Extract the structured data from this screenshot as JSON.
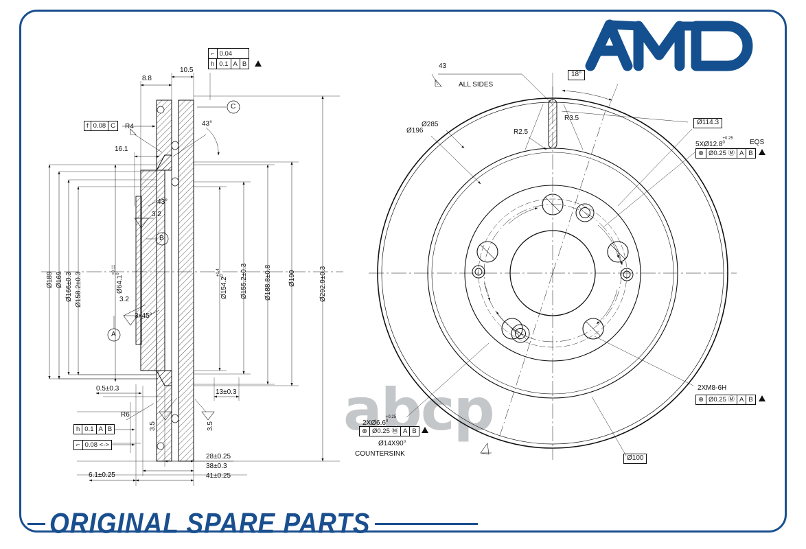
{
  "brand": {
    "logo_text": "AMD",
    "tagline": "ORIGINAL SPARE PARTS",
    "accent_color": "#1a4f8f",
    "watermark": "abcp"
  },
  "drawing": {
    "title": "Brake disc engineering drawing",
    "views": [
      "section-view",
      "front-circular-view"
    ]
  },
  "section_view": {
    "horizontal_dims_top": [
      {
        "name": "dim-8-8",
        "value": "8.8"
      },
      {
        "name": "dim-10-5",
        "value": "10.5"
      },
      {
        "name": "dim-16-1",
        "value": "16.1"
      }
    ],
    "horizontal_dims_bottom": [
      {
        "name": "dim-0-5",
        "value": "0.5±0.3"
      },
      {
        "name": "dim-13",
        "value": "13±0.3"
      },
      {
        "name": "dim-6-1",
        "value": "6.1±0.25"
      },
      {
        "name": "dim-28",
        "value": "28±0.25"
      },
      {
        "name": "dim-38",
        "value": "38±0.3"
      },
      {
        "name": "dim-41",
        "value": "41±0.25"
      }
    ],
    "vertical_dims_left": [
      {
        "name": "dia-189",
        "value": "Ø189"
      },
      {
        "name": "dia-169",
        "value": "Ø169"
      },
      {
        "name": "dia-166",
        "value": "Ø166±0.3"
      },
      {
        "name": "dia-158-2",
        "value": "Ø158.2±0.3"
      },
      {
        "name": "dia-64-1",
        "value": "Ø64.1",
        "tol_upper": "+0.11",
        "tol_lower": "0"
      }
    ],
    "vertical_dims_right": [
      {
        "name": "dia-154-2",
        "value": "Ø154.2",
        "tol_upper": "+0.4",
        "tol_lower": "0"
      },
      {
        "name": "dia-155-2",
        "value": "Ø155.2±0.3"
      },
      {
        "name": "dia-188-8",
        "value": "Ø188.8±0.8"
      },
      {
        "name": "dia-190",
        "value": "Ø190"
      },
      {
        "name": "dia-292-9",
        "value": "Ø292.9±0.3"
      }
    ],
    "radii": [
      {
        "name": "radius-r4",
        "value": "R4"
      },
      {
        "name": "radius-r6",
        "value": "R6"
      }
    ],
    "angles": [
      {
        "name": "angle-43-top",
        "value": "43°"
      },
      {
        "name": "angle-43-mid",
        "value": "43°"
      },
      {
        "name": "chamfer-3x45",
        "value": "3x45°"
      }
    ],
    "surface_finish": [
      {
        "name": "finish-3-2-upper",
        "value": "3.2"
      },
      {
        "name": "finish-3-2-lower",
        "value": "3.2"
      },
      {
        "name": "finish-3-5-left",
        "value": "3.5"
      },
      {
        "name": "finish-3-5-right",
        "value": "3.5"
      }
    ],
    "datums": [
      {
        "name": "datum-a",
        "value": "A"
      },
      {
        "name": "datum-b",
        "value": "B"
      },
      {
        "name": "datum-c",
        "value": "C"
      }
    ],
    "gdt_frames": [
      {
        "name": "gdt-flatness-f",
        "cells": [
          "f",
          "0.08",
          "C"
        ]
      },
      {
        "name": "gdt-runout-h-bottom",
        "cells": [
          "h",
          "0.1",
          "A",
          "B"
        ]
      },
      {
        "name": "gdt-profile-c-bottom",
        "cells": [
          "⌐",
          "0.08 <->"
        ]
      }
    ],
    "gdt_stacked": {
      "name": "gdt-top-stack",
      "rows": [
        [
          "⌐",
          "0.04"
        ],
        [
          "h",
          "0.1",
          "A",
          "B"
        ]
      ]
    }
  },
  "front_view": {
    "surface_note": {
      "value": "43",
      "text": "ALL SIDES"
    },
    "diameters": [
      {
        "name": "dia-285",
        "value": "Ø285"
      },
      {
        "name": "dia-196",
        "value": "Ø196"
      },
      {
        "name": "dia-114-3",
        "value": "Ø114.3",
        "boxed": true
      },
      {
        "name": "dia-100",
        "value": "Ø100",
        "boxed": true
      }
    ],
    "radii": [
      {
        "name": "radius-r2-5",
        "value": "R2.5"
      },
      {
        "name": "radius-r3-5",
        "value": "R3.5"
      }
    ],
    "angle_box": {
      "name": "angle-18",
      "value": "18°"
    },
    "hole_callouts": [
      {
        "name": "callout-5x12-8",
        "spec": "5XØ12.8",
        "tol_upper": "+0.25",
        "tol_lower": "0",
        "suffix": "EQS",
        "gdt": [
          "⊕",
          "Ø0.25 Ⓜ",
          "A",
          "B"
        ]
      },
      {
        "name": "callout-2xm8",
        "spec": "2XM8-6H",
        "gdt": [
          "⊕",
          "Ø0.25 Ⓜ",
          "A",
          "B"
        ]
      },
      {
        "name": "callout-2x6-6",
        "spec": "2XØ6.6",
        "tol_upper": "+0.25",
        "tol_lower": "0",
        "gdt": [
          "⊕",
          "Ø0.25 Ⓜ",
          "A",
          "B"
        ],
        "extra1": "Ø14X90°",
        "extra2": "COUNTERSINK"
      }
    ]
  }
}
